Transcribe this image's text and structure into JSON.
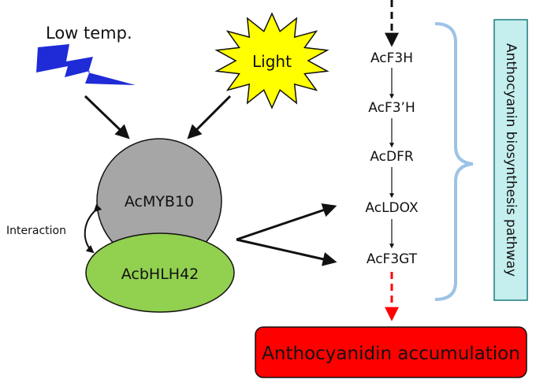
{
  "labels": {
    "low_temp": "Low temp.",
    "light": "Light",
    "interaction": "Interaction",
    "myb": "AcMYB10",
    "bhlh": "AcbHLH42",
    "genes": [
      "AcF3H",
      "AcF3’H",
      "AcDFR",
      "AcLDOX",
      "AcF3GT"
    ],
    "pathway": "Anthocyanin biosynthesis pathway",
    "accumulation": "Anthocyanidin accumulation"
  },
  "colors": {
    "lightning": "#1f2bd6",
    "sun_fill": "#ffff00",
    "myb_fill": "#a6a6a6",
    "bhlh_fill": "#92d050",
    "pathway_box_fill": "#c5eeee",
    "pathway_box_stroke": "#1f7b7b",
    "brace": "#9dc3e6",
    "accumulation_fill": "#ff0000",
    "red_arrow": "#ff0000"
  }
}
